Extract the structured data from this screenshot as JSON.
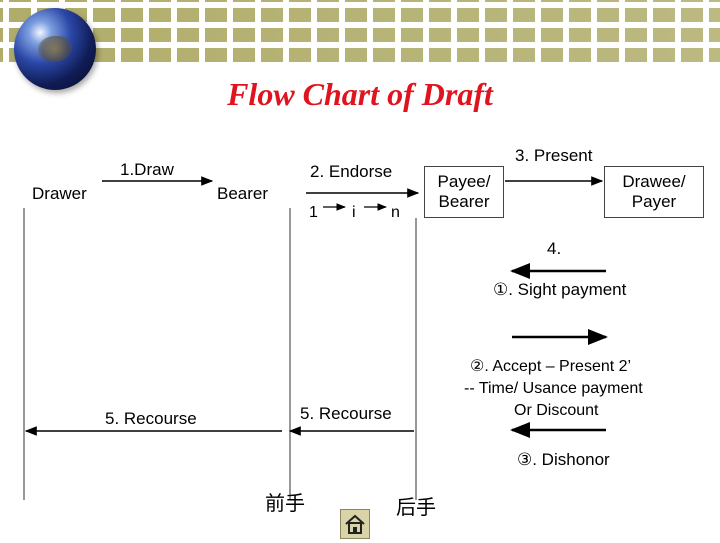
{
  "slide": {
    "title": "Flow Chart of Draft"
  },
  "boxes": {
    "drawer": "Drawer",
    "bearer": "Bearer",
    "payee_bearer": "Payee/ Bearer",
    "drawee_payer": "Drawee/ Payer"
  },
  "steps": {
    "draw": "1.Draw",
    "endorse": "2. Endorse",
    "endorse_letters": [
      "1",
      "i",
      "n"
    ],
    "present": "3. Present",
    "step4": "4.",
    "sight_payment": "①. Sight payment",
    "accept_line1": "②. Accept – Present 2’",
    "accept_line2": "-- Time/ Usance payment",
    "accept_line3": "Or Discount",
    "dishonor": "③. Dishonor",
    "recourse_left": "5. Recourse",
    "recourse_mid": "5. Recourse"
  },
  "footer": {
    "prior": "前手",
    "subsequent": "后手"
  },
  "icons": {
    "banner_globe": "globe-icon",
    "home": "home-icon"
  },
  "colors": {
    "title": "#e0141e",
    "banner": "#b0ad6b"
  }
}
